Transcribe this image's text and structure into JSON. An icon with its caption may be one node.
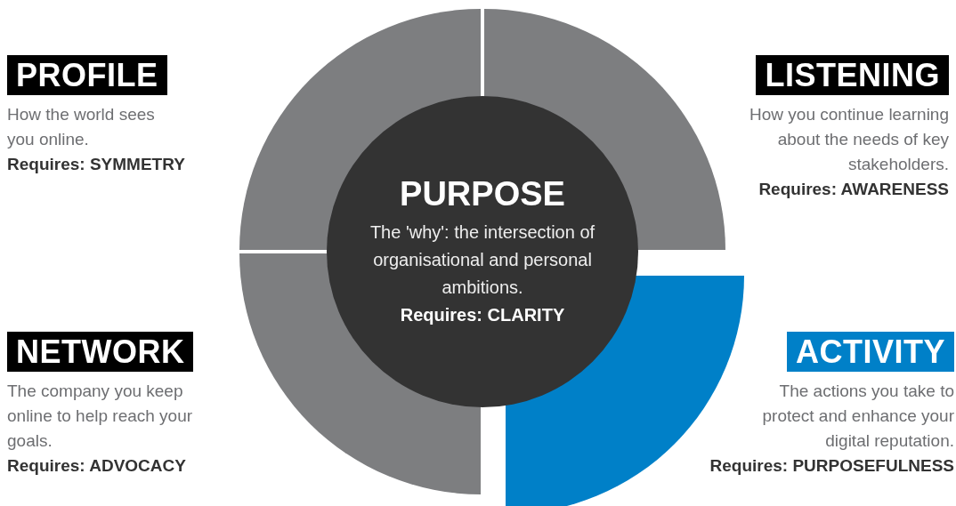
{
  "diagram": {
    "nodes": [
      {
        "text": [
          "PURPOSE",
          "The 'why': the intersection of organisational and personal ambitions.",
          "Requires: CLARITY"
        ]
      },
      {
        "text": [
          "PROFILE",
          "How the world sees you online.",
          "Requires: SYMMETRY"
        ]
      },
      {
        "text": [
          "LISTENING",
          "How you continue learning about the needs of key stakeholders.",
          "Requires: AWARENESS"
        ]
      },
      {
        "text": [
          "NETWORK",
          "The company you keep online to help reach your goals.",
          "Requires: ADVOCACY"
        ]
      },
      {
        "text": [
          "ACTIVITY",
          "The actions you take to protect and enhance your digital reputation.",
          "Requires: PURPOSEFULNESS"
        ]
      }
    ]
  }
}
